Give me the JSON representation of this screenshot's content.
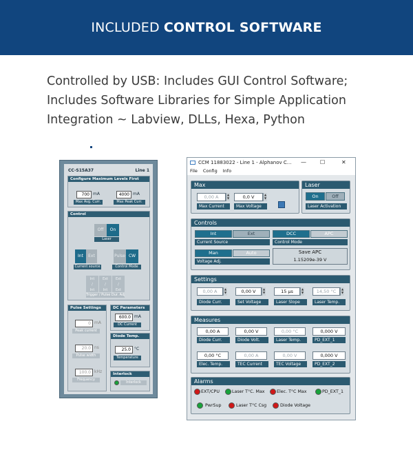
{
  "banner": {
    "normal": "INCLUDED",
    "bold": "CONTROL SOFTWARE"
  },
  "description": [
    "Controlled by USB: Includes GUI Control Software;",
    "Includes Software Libraries for Simple Application",
    "Integration ~ Labview, DLLs, Hexa, Python"
  ],
  "left": {
    "model": "CC-S15A37",
    "line": "Line 1",
    "config_header": "Configure Maximum Levels First",
    "max_avg_value": "700",
    "max_avg_unit": "mA",
    "max_avg_label": "Max Avg. Curr.",
    "max_peak_value": "4000",
    "max_peak_unit": "mA",
    "max_peak_label": "Max Peak Curr.",
    "control_header": "Control",
    "laser_off": "Off",
    "laser_on": "On",
    "laser_label": "Laser",
    "int": "Int",
    "ext": "Ext",
    "current_source_label": "Current source",
    "pulse": "Pulse",
    "cw": "CW",
    "control_mode_label": "Control Mode",
    "trig_a1": "Int",
    "trig_a2": "/",
    "trig_a3": "Int",
    "trig_b1": "Ext",
    "trig_b2": "/",
    "trig_b3": "Int",
    "trig_c1": "Ext",
    "trig_c2": "/",
    "trig_c3": "Ext",
    "trigger_label": "Trigger / Pulse Dur. Adj.",
    "pulse_header": "Pulse Settings",
    "peak_value": "0",
    "peak_unit": "mA",
    "peak_label": "Peak current",
    "width_value": "20.0",
    "width_unit": "ns",
    "width_label": "Pulse width",
    "freq_value": "100.0",
    "freq_unit": "kHz",
    "freq_label": "Frequency",
    "dc_header": "DC Parameters",
    "dc_value": "600.0",
    "dc_unit": "mA",
    "dc_label": "DC Current",
    "diode_header": "Diode Temp.",
    "temp_value": "25.0",
    "temp_unit": "°C",
    "temp_label": "Temperature",
    "interlock_header": "Interlock",
    "interlock_label": "Interlock"
  },
  "window": {
    "title": "CCM 11883022 - Line 1 - Alphanov C...",
    "minimize": "—",
    "maximize": "☐",
    "close": "✕",
    "menu": [
      "File",
      "Config",
      "Info"
    ],
    "max": {
      "header": "Max",
      "current_value": "0,00 A",
      "voltage_value": "0,0 V",
      "current_label": "Max Current",
      "voltage_label": "Max Voltage"
    },
    "laser": {
      "header": "Laser",
      "on": "On",
      "off": "Off",
      "label": "Laser Activation"
    },
    "controls": {
      "header": "Controls",
      "int": "Int",
      "ext": "Ext",
      "current_source": "Current Source",
      "dcc": "DCC",
      "apc": "APC",
      "control_mode": "Control Mode",
      "man": "Man",
      "auto": "Auto",
      "voltage_adj": "Voltage Adj.",
      "save_label": "Save APC",
      "save_value": "1.15209e-39 V"
    },
    "settings": {
      "header": "Settings",
      "diode_value": "0,00 A",
      "diode_label": "Diode Curr.",
      "voltage_value": "0,00 V",
      "voltage_label": "Set Voltage",
      "slope_value": "15 µs",
      "slope_label": "Laser Slope",
      "temp_value": "14,50 °C",
      "temp_label": "Laser Temp."
    },
    "measures": {
      "header": "Measures",
      "row1": [
        {
          "value": "0,00 A",
          "label": "Diode Curr."
        },
        {
          "value": "0,00 V",
          "label": "Diode Volt."
        },
        {
          "value": "0,00 °C",
          "label": "Laser Temp."
        },
        {
          "value": "0,000 V",
          "label": "PD_EXT_1"
        }
      ],
      "row2": [
        {
          "value": "0,00 °C",
          "label": "Elec. Temp."
        },
        {
          "value": "0,00 A",
          "label": "TEC Current"
        },
        {
          "value": "0,00 V",
          "label": "TEC Voltage"
        },
        {
          "value": "0,000 V",
          "label": "PD_EXT_2"
        }
      ]
    },
    "alarms": {
      "header": "Alarms",
      "row1": [
        {
          "label": "EXT/CPU",
          "state": "red"
        },
        {
          "label": "Laser T°C. Max",
          "state": "green"
        },
        {
          "label": "Elec. T°C Max",
          "state": "red"
        },
        {
          "label": "PD_EXT_1",
          "state": "green"
        }
      ],
      "row2": [
        {
          "label": "PwrSup",
          "state": "green"
        },
        {
          "label": "Laser T°C Csg",
          "state": "red"
        },
        {
          "label": "Diode Voltage",
          "state": "red"
        }
      ]
    }
  },
  "colors": {
    "banner": "#11457e",
    "section_header": "#2b5a70",
    "active_button": "#1f6f8d",
    "alarm_red": "#d01818",
    "alarm_green": "#18a23a"
  }
}
